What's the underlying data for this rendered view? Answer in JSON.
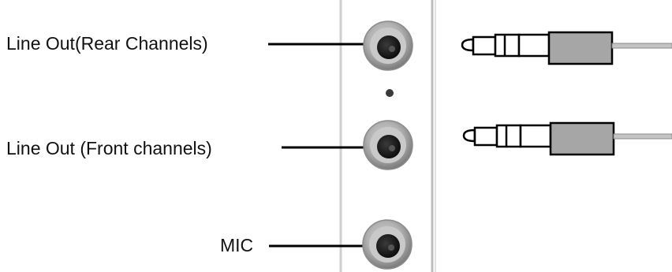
{
  "labels": {
    "rear": "Line Out(Rear Channels)",
    "front": "Line Out (Front channels)",
    "mic": "MIC"
  },
  "colors": {
    "panel_outline": "#c8c8c8",
    "jack_ring": "#a8a8a8",
    "jack_hole": "#2a2a2a",
    "plug_body": "#a6a6a6",
    "line": "#000000"
  }
}
